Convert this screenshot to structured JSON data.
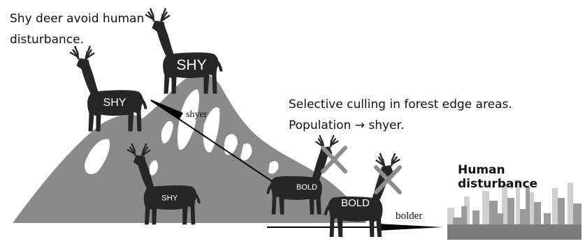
{
  "caption_top": {
    "line1": "Shy deer avoid human",
    "line2": "disturbance."
  },
  "caption_mid": {
    "line1": "Selective culling in forest edge areas.",
    "line2": "Population → shyer."
  },
  "city_label": "Human disturbance",
  "arrow_shyer_label": "shyer",
  "arrow_bolder_label": "bolder",
  "deer": [
    {
      "label": "SHY",
      "culled": false
    },
    {
      "label": "SHY",
      "culled": false
    },
    {
      "label": "SHY",
      "culled": false
    },
    {
      "label": "BOLD",
      "culled": true
    },
    {
      "label": "BOLD",
      "culled": true
    }
  ],
  "colors": {
    "mountain": "#8a8a8a",
    "deer": "#262626",
    "cross": "#8c8c8c",
    "arrow": "#000000",
    "city_dark": "#8c8c8c",
    "city_light": "#c8c8c8"
  },
  "icons": [
    "deer-silhouette-icon",
    "cross-icon",
    "city-skyline-icon",
    "mountain-icon"
  ]
}
